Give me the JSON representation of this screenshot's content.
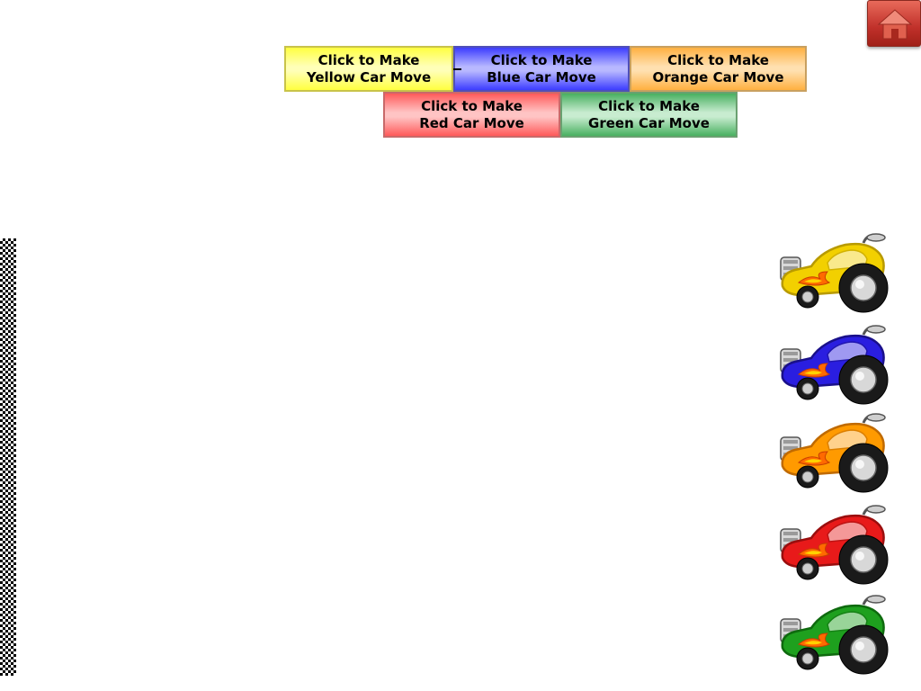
{
  "buttons": {
    "yellow": {
      "line1": "Click to Make",
      "line2": "Yellow Car Move"
    },
    "blue": {
      "line1": "Click to Make",
      "line2": "Blue Car Move"
    },
    "orange": {
      "line1": "Click to Make",
      "line2": "Orange Car Move"
    },
    "red": {
      "line1": "Click to Make",
      "line2": "Red Car Move"
    },
    "green": {
      "line1": "Click to Make",
      "line2": "Green Car Move"
    }
  },
  "home": {
    "icon": "home-icon",
    "color": "#c0302a"
  },
  "cars": [
    {
      "color": "yellow",
      "body": "#f2d000",
      "dark": "#b89a00"
    },
    {
      "color": "blue",
      "body": "#2a1ee0",
      "dark": "#1a108a"
    },
    {
      "color": "orange",
      "body": "#ff9a00",
      "dark": "#c06a00"
    },
    {
      "color": "red",
      "body": "#e81a1a",
      "dark": "#9a0e0e"
    },
    {
      "color": "green",
      "body": "#1ea01e",
      "dark": "#0e6a0e"
    }
  ],
  "finish_line": {
    "pattern": "checkered",
    "colors": [
      "#000000",
      "#ffffff"
    ]
  }
}
